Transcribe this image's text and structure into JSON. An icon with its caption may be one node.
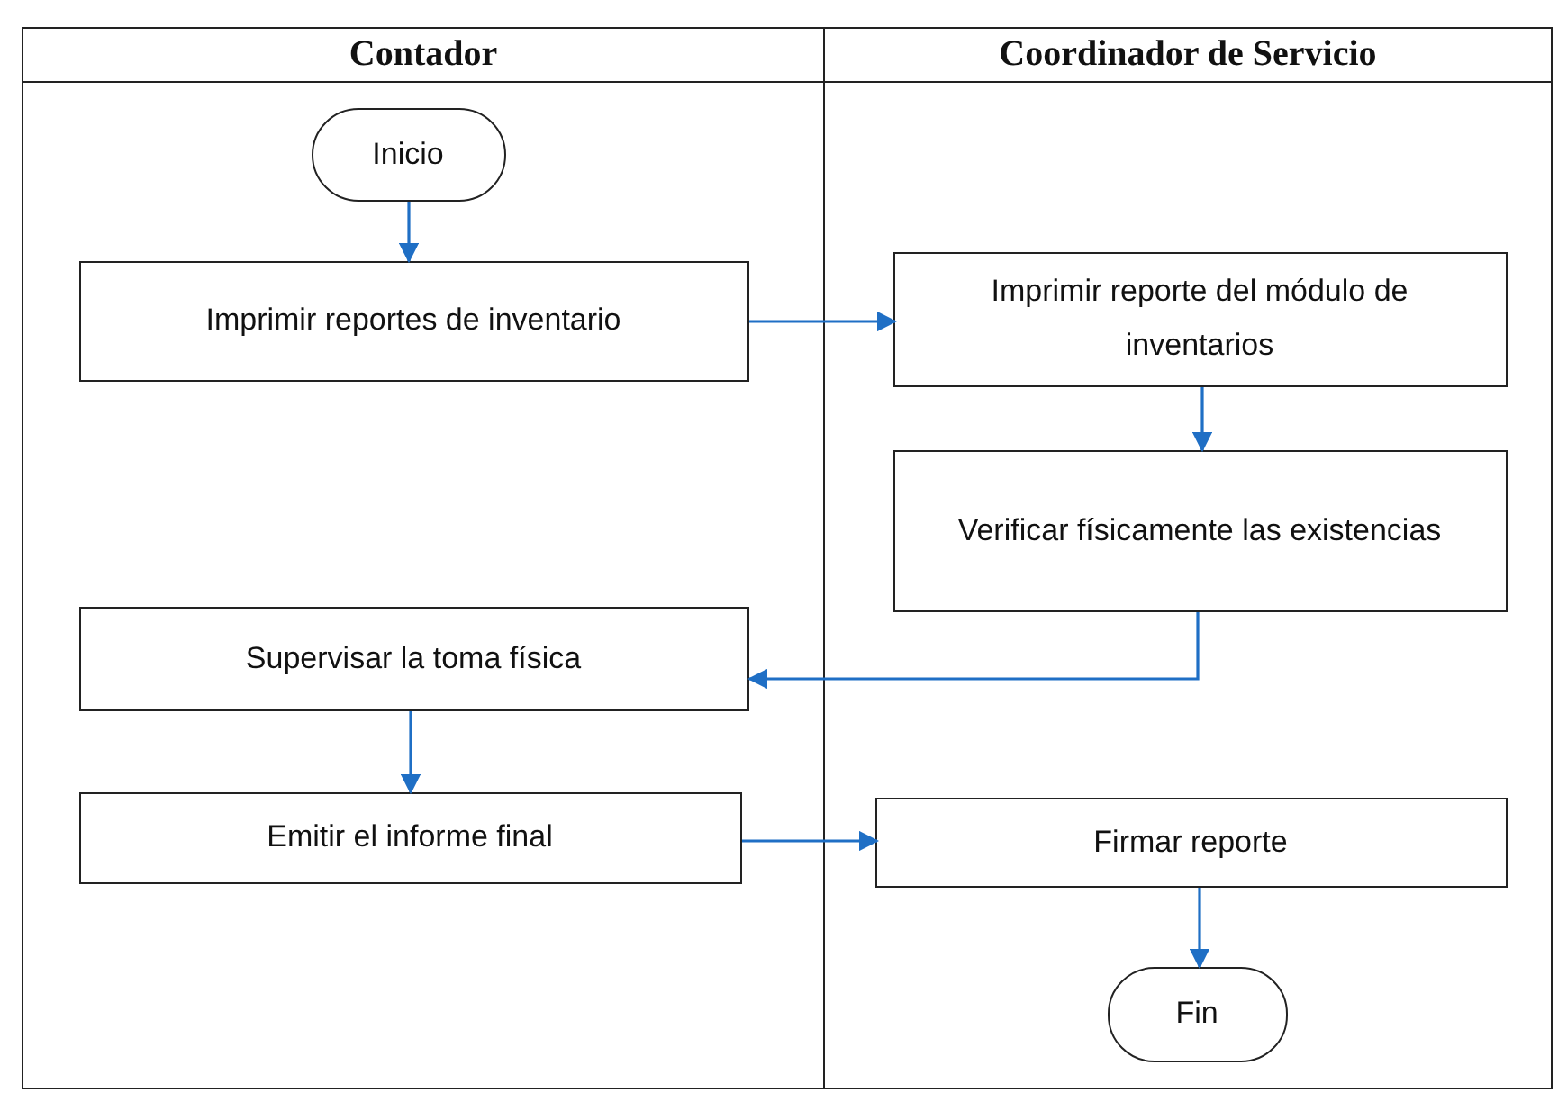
{
  "diagram": {
    "nodes": [
      {
        "text": [
          "Contador"
        ]
      },
      {
        "text": [
          "Coordinador de Servicio"
        ]
      },
      {
        "text": [
          "Inicio"
        ],
        "in": 0
      },
      {
        "text": [
          "Imprimir reportes de inventario"
        ],
        "in": 0
      },
      {
        "text": [
          "Imprimir reporte del módulo de inventarios"
        ],
        "in": 1
      },
      {
        "text": [
          "Verificar  físicamente las existencias"
        ],
        "in": 1
      },
      {
        "text": [
          "Supervisar la toma física"
        ],
        "in": 0
      },
      {
        "text": [
          "Emitir el informe final"
        ],
        "in": 0
      },
      {
        "text": [
          "Firmar reporte"
        ],
        "in": 1
      },
      {
        "text": [
          "Fin"
        ],
        "in": 1
      }
    ],
    "edges": [
      {
        "from": 2,
        "to": 3,
        "arrow": "to"
      },
      {
        "from": 3,
        "to": 4,
        "arrow": "to"
      },
      {
        "from": 4,
        "to": 5,
        "arrow": "to"
      },
      {
        "from": 5,
        "to": 6,
        "arrow": "to"
      },
      {
        "from": 6,
        "to": 7,
        "arrow": "to"
      },
      {
        "from": 7,
        "to": 8,
        "arrow": "to"
      },
      {
        "from": 8,
        "to": 9,
        "arrow": "to"
      }
    ]
  }
}
